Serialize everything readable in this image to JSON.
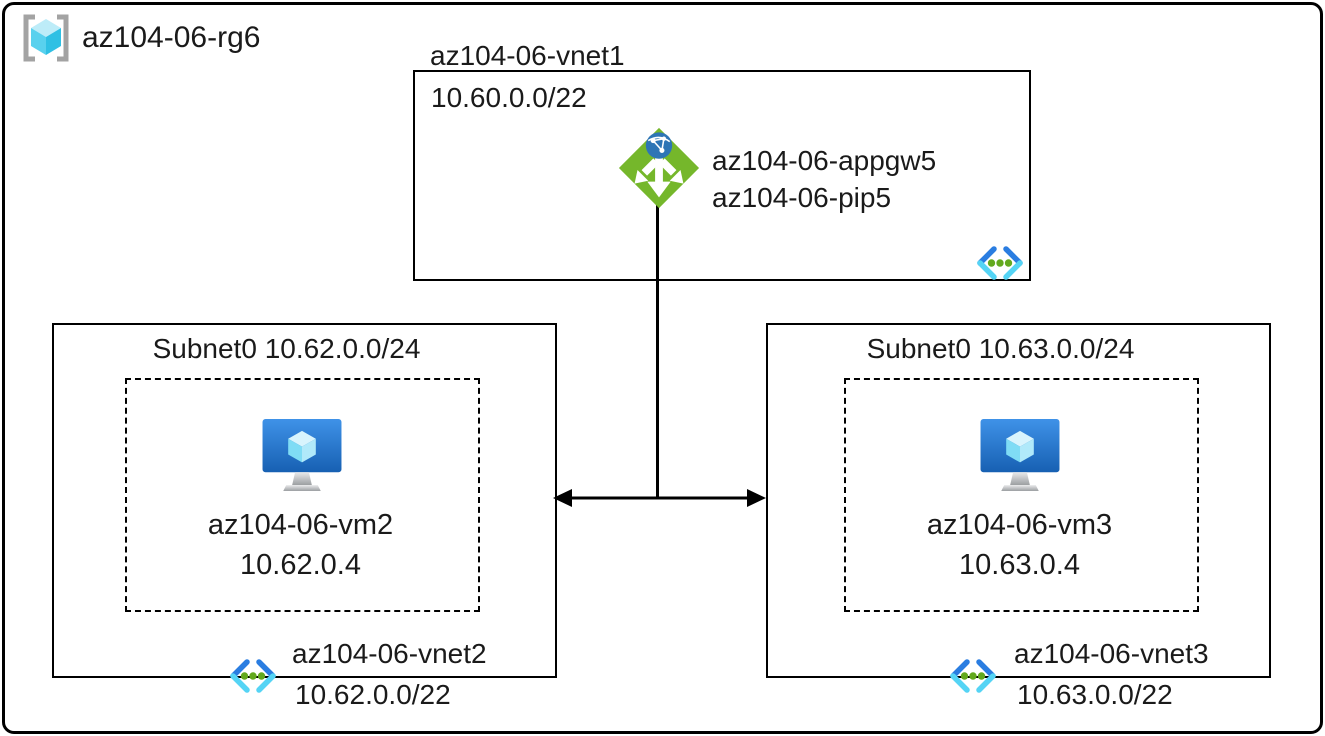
{
  "resource_group": {
    "name": "az104-06-rg6"
  },
  "vnet1": {
    "name": "az104-06-vnet1",
    "cidr": "10.60.0.0/22",
    "appgw": {
      "name": "az104-06-appgw5",
      "pip": "az104-06-pip5"
    }
  },
  "left": {
    "subnet": "Subnet0 10.62.0.0/24",
    "vm": {
      "name": "az104-06-vm2",
      "ip": "10.62.0.4"
    },
    "vnet": {
      "name": "az104-06-vnet2",
      "cidr": "10.62.0.0/22"
    }
  },
  "right": {
    "subnet": "Subnet0 10.63.0.0/24",
    "vm": {
      "name": "az104-06-vm3",
      "ip": "10.63.0.4"
    },
    "vnet": {
      "name": "az104-06-vnet3",
      "cidr": "10.63.0.0/22"
    }
  },
  "icons": {
    "resource_group": "resource-group-icon",
    "application_gateway": "application-gateway-icon",
    "virtual_machine": "virtual-machine-icon",
    "virtual_network": "virtual-network-icon"
  },
  "colors": {
    "appgw_green": "#75b72b",
    "globe_blue": "#2e75b5",
    "vm_blue_top": "#3f92e8",
    "vm_blue_bottom": "#1760b2",
    "vnet_chevron_blue": "#2a7de1",
    "vnet_chevron_cyan": "#55d4f5",
    "vnet_dot_green": "#63a91e",
    "cube_cyan": "#59d1ee",
    "bracket_gray": "#a3a3a3",
    "line_black": "#000000"
  }
}
